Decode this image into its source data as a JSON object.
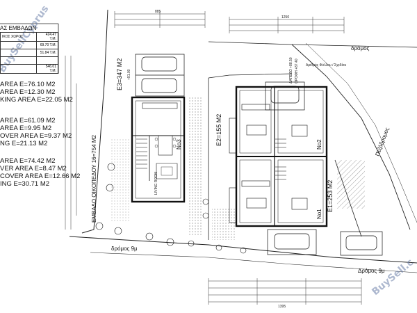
{
  "legend": {
    "heading": "ΑΣ ΕΜΒΑΔΩΝ",
    "rows": [
      {
        "label": "ΙΚΟΣ ΧΩΡΟΣ",
        "value": "424.47 T.M."
      },
      {
        "label": "",
        "value": "69.70 T.M."
      },
      {
        "label": "",
        "value": "51.84 T.M."
      },
      {
        "label": "",
        "value": ""
      },
      {
        "label": "",
        "value": "546.01 T.M."
      }
    ]
  },
  "areas": {
    "block1": [
      "AREA E=76.10 M2",
      "AREA E=12.30 M2",
      "KING AREA E=22.05 M2"
    ],
    "block2": [
      "AREA E=61.09 M2",
      "AREA E=9.95 M2",
      "OVER AREA E=9.37 M2",
      "NG E=21.13 M2"
    ],
    "block3": [
      "AREA E=74.42 M2",
      "VER AREA E=8.47 M2",
      "COVER AREA E=12.66 M2",
      "ING E=30.71 M2"
    ]
  },
  "plan": {
    "plot3_area": "E3=347 M2",
    "plot2_area": "E2=155 M2",
    "plot1_area": "E1=253 M2",
    "building_area": "ΕΜΒΑΔΟ ΟΙΚΟΠΕΔΟΥ 16=754 M2",
    "house_labels": [
      "No3",
      "No2",
      "No1"
    ],
    "room_label": "LIVING ROOM",
    "road_labels": [
      "δρόμος",
      "Πεζόδρομος",
      "δρόμος 9μ",
      "Δρόμος 9μ"
    ],
    "levels": [
      "+91.00",
      "ΔΑΠΕΔΟ +88.50",
      "ΟΡΟΦΗ +87.40"
    ],
    "dims_top": [
      "885",
      "1250"
    ],
    "dims_bottom": [
      "1395"
    ],
    "note": "Αριθμός Φύλλου / Σχεδίου"
  },
  "watermarks": [
    "BuySellCyprus",
    "BuySell.c"
  ]
}
